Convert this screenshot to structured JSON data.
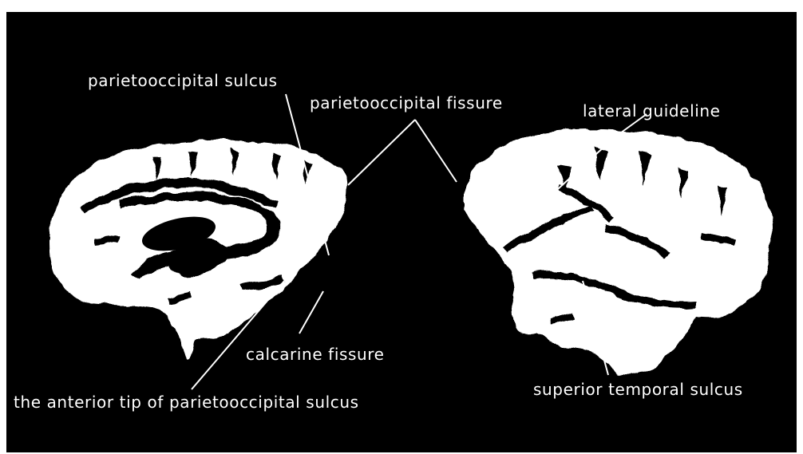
{
  "colors": {
    "background": "#000000",
    "tissue": "#ffffff",
    "leader_lines": "#ffffff",
    "border": "#ffffff"
  },
  "labels": {
    "parietooccipital_sulcus": "parietooccipital sulcus",
    "parietooccipital_fissure": "parietooccipital fissure",
    "lateral_guideline": "lateral guideline",
    "calcarine_fissure": "calcarine fissure",
    "anterior_tip": "the anterior tip of parietooccipital sulcus",
    "superior_temporal_sulcus": "superior temporal sulcus"
  },
  "figures": {
    "left_brain": "medial-brain-surface",
    "right_brain": "lateral-brain-surface"
  }
}
